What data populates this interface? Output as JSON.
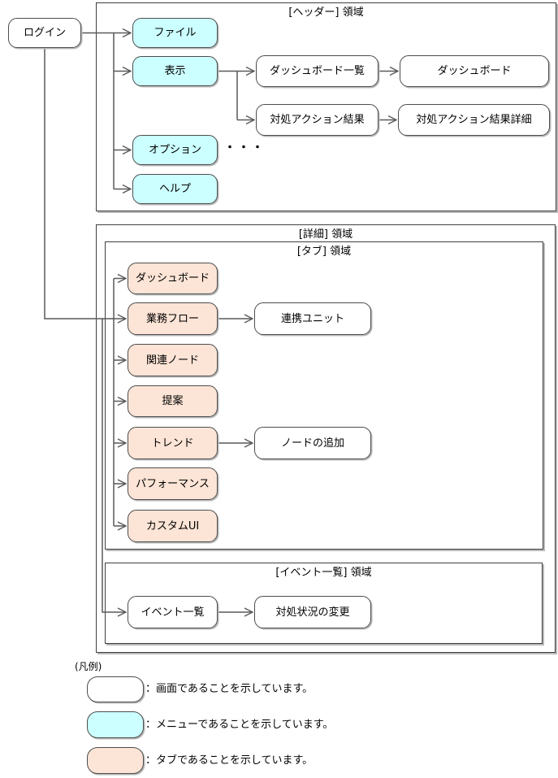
{
  "diagram": {
    "login_label": "ログイン",
    "ellipsis": "・・・",
    "header_area": {
      "title": "[ヘッダー] 領域",
      "menus": [
        "ファイル",
        "表示",
        "オプション",
        "ヘルプ"
      ],
      "view_children": [
        {
          "screen": "ダッシュボード一覧",
          "detail": "ダッシュボード"
        },
        {
          "screen": "対処アクション結果",
          "detail": "対処アクション結果詳細"
        }
      ]
    },
    "detail_area": {
      "title": "[詳細] 領域",
      "tab_area": {
        "title": "[タブ] 領域",
        "tabs": [
          "ダッシュボード",
          "業務フロー",
          "関連ノード",
          "提案",
          "トレンド",
          "パフォーマンス",
          "カスタムUI"
        ],
        "flow_child": "連携ユニット",
        "trend_child": "ノードの追加"
      },
      "event_area": {
        "title": "[イベント一覧] 領域",
        "event_list": "イベント一覧",
        "event_child": "対処状況の変更"
      }
    },
    "legend": {
      "caption": "(凡例)",
      "items": [
        {
          "shape": "screen",
          "label": "：画面であることを示しています。"
        },
        {
          "shape": "menu",
          "label": "：メニューであることを示しています。"
        },
        {
          "shape": "tab",
          "label": "：タブであることを示しています。"
        }
      ]
    },
    "colors": {
      "screen_fill": "#ffffff",
      "menu_fill": "#ccffff",
      "tab_fill": "#fce4d6",
      "connector": "#595959",
      "area_border": "#3f3f3f"
    }
  }
}
